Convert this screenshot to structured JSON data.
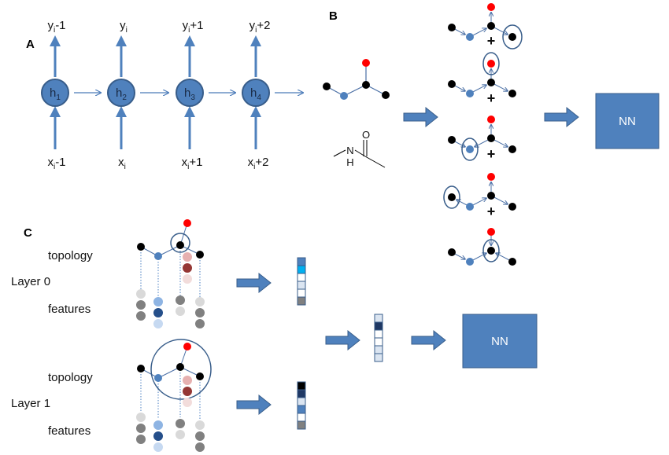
{
  "panels": {
    "a": "A",
    "b": "B",
    "c": "C"
  },
  "rnn": {
    "hidden_base": "h",
    "hidden_indices": [
      "1",
      "2",
      "3",
      "4"
    ],
    "outputs": [
      {
        "base": "y",
        "sub": "i",
        "suffix": "-1"
      },
      {
        "base": "y",
        "sub": "i",
        "suffix": ""
      },
      {
        "base": "y",
        "sub": "i",
        "suffix": "+1"
      },
      {
        "base": "y",
        "sub": "i",
        "suffix": "+2"
      }
    ],
    "inputs": [
      {
        "base": "x",
        "sub": "i",
        "suffix": "-1"
      },
      {
        "base": "x",
        "sub": "i",
        "suffix": ""
      },
      {
        "base": "x",
        "sub": "i",
        "suffix": "+1"
      },
      {
        "base": "x",
        "sub": "i",
        "suffix": "+2"
      }
    ]
  },
  "molecule": {
    "atom_o": "O",
    "atom_n": "N",
    "atom_h": "H"
  },
  "sum_symbol": "+",
  "nn_label_b": "NN",
  "nn_label_c": "NN",
  "layers": [
    {
      "topology": "topology",
      "name": "Layer 0",
      "features": "features"
    },
    {
      "topology": "topology",
      "name": "Layer 1",
      "features": "features"
    }
  ],
  "colors": {
    "node_blue": "#4f81bd",
    "node_border": "#385d8a",
    "atom_black": "#000000",
    "atom_red": "#ff0000",
    "atom_blue": "#4f81bd",
    "edge": "#4a6fa5",
    "arrow_fill": "#4f81bd"
  }
}
